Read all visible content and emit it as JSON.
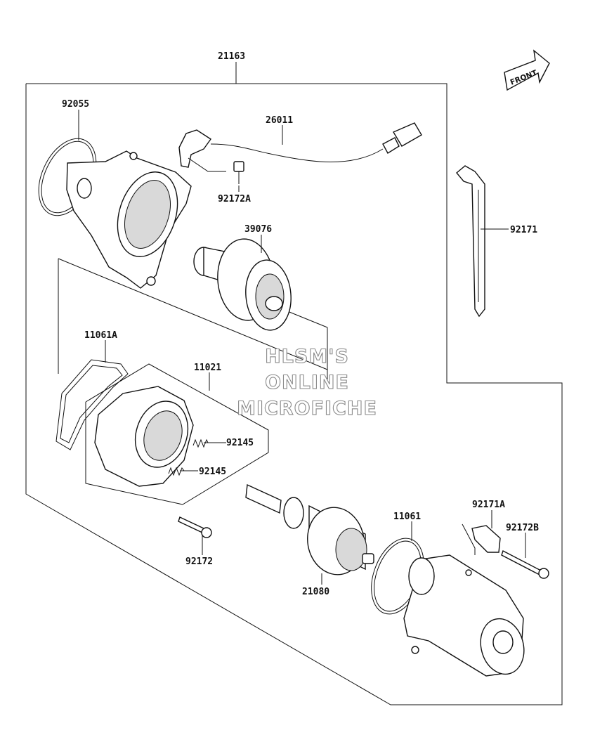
{
  "labels": {
    "assembly": "21163",
    "o_ring_front": "92055",
    "lead": "26011",
    "bolt_lead": "92172A",
    "clutch": "39076",
    "band": "92171",
    "gasket_rear": "11061A",
    "brush_holder": "11021",
    "spring_1": "92145",
    "spring_2": "92145",
    "bolt": "92172",
    "armature": "21080",
    "gasket": "11061",
    "clamp": "92171A",
    "bolt_b": "92172B"
  },
  "watermark": {
    "line1": "HLSM'S",
    "line2": "ONLINE",
    "line3": "MICROFICHE"
  },
  "front_arrow": {
    "label": "FRONT"
  }
}
